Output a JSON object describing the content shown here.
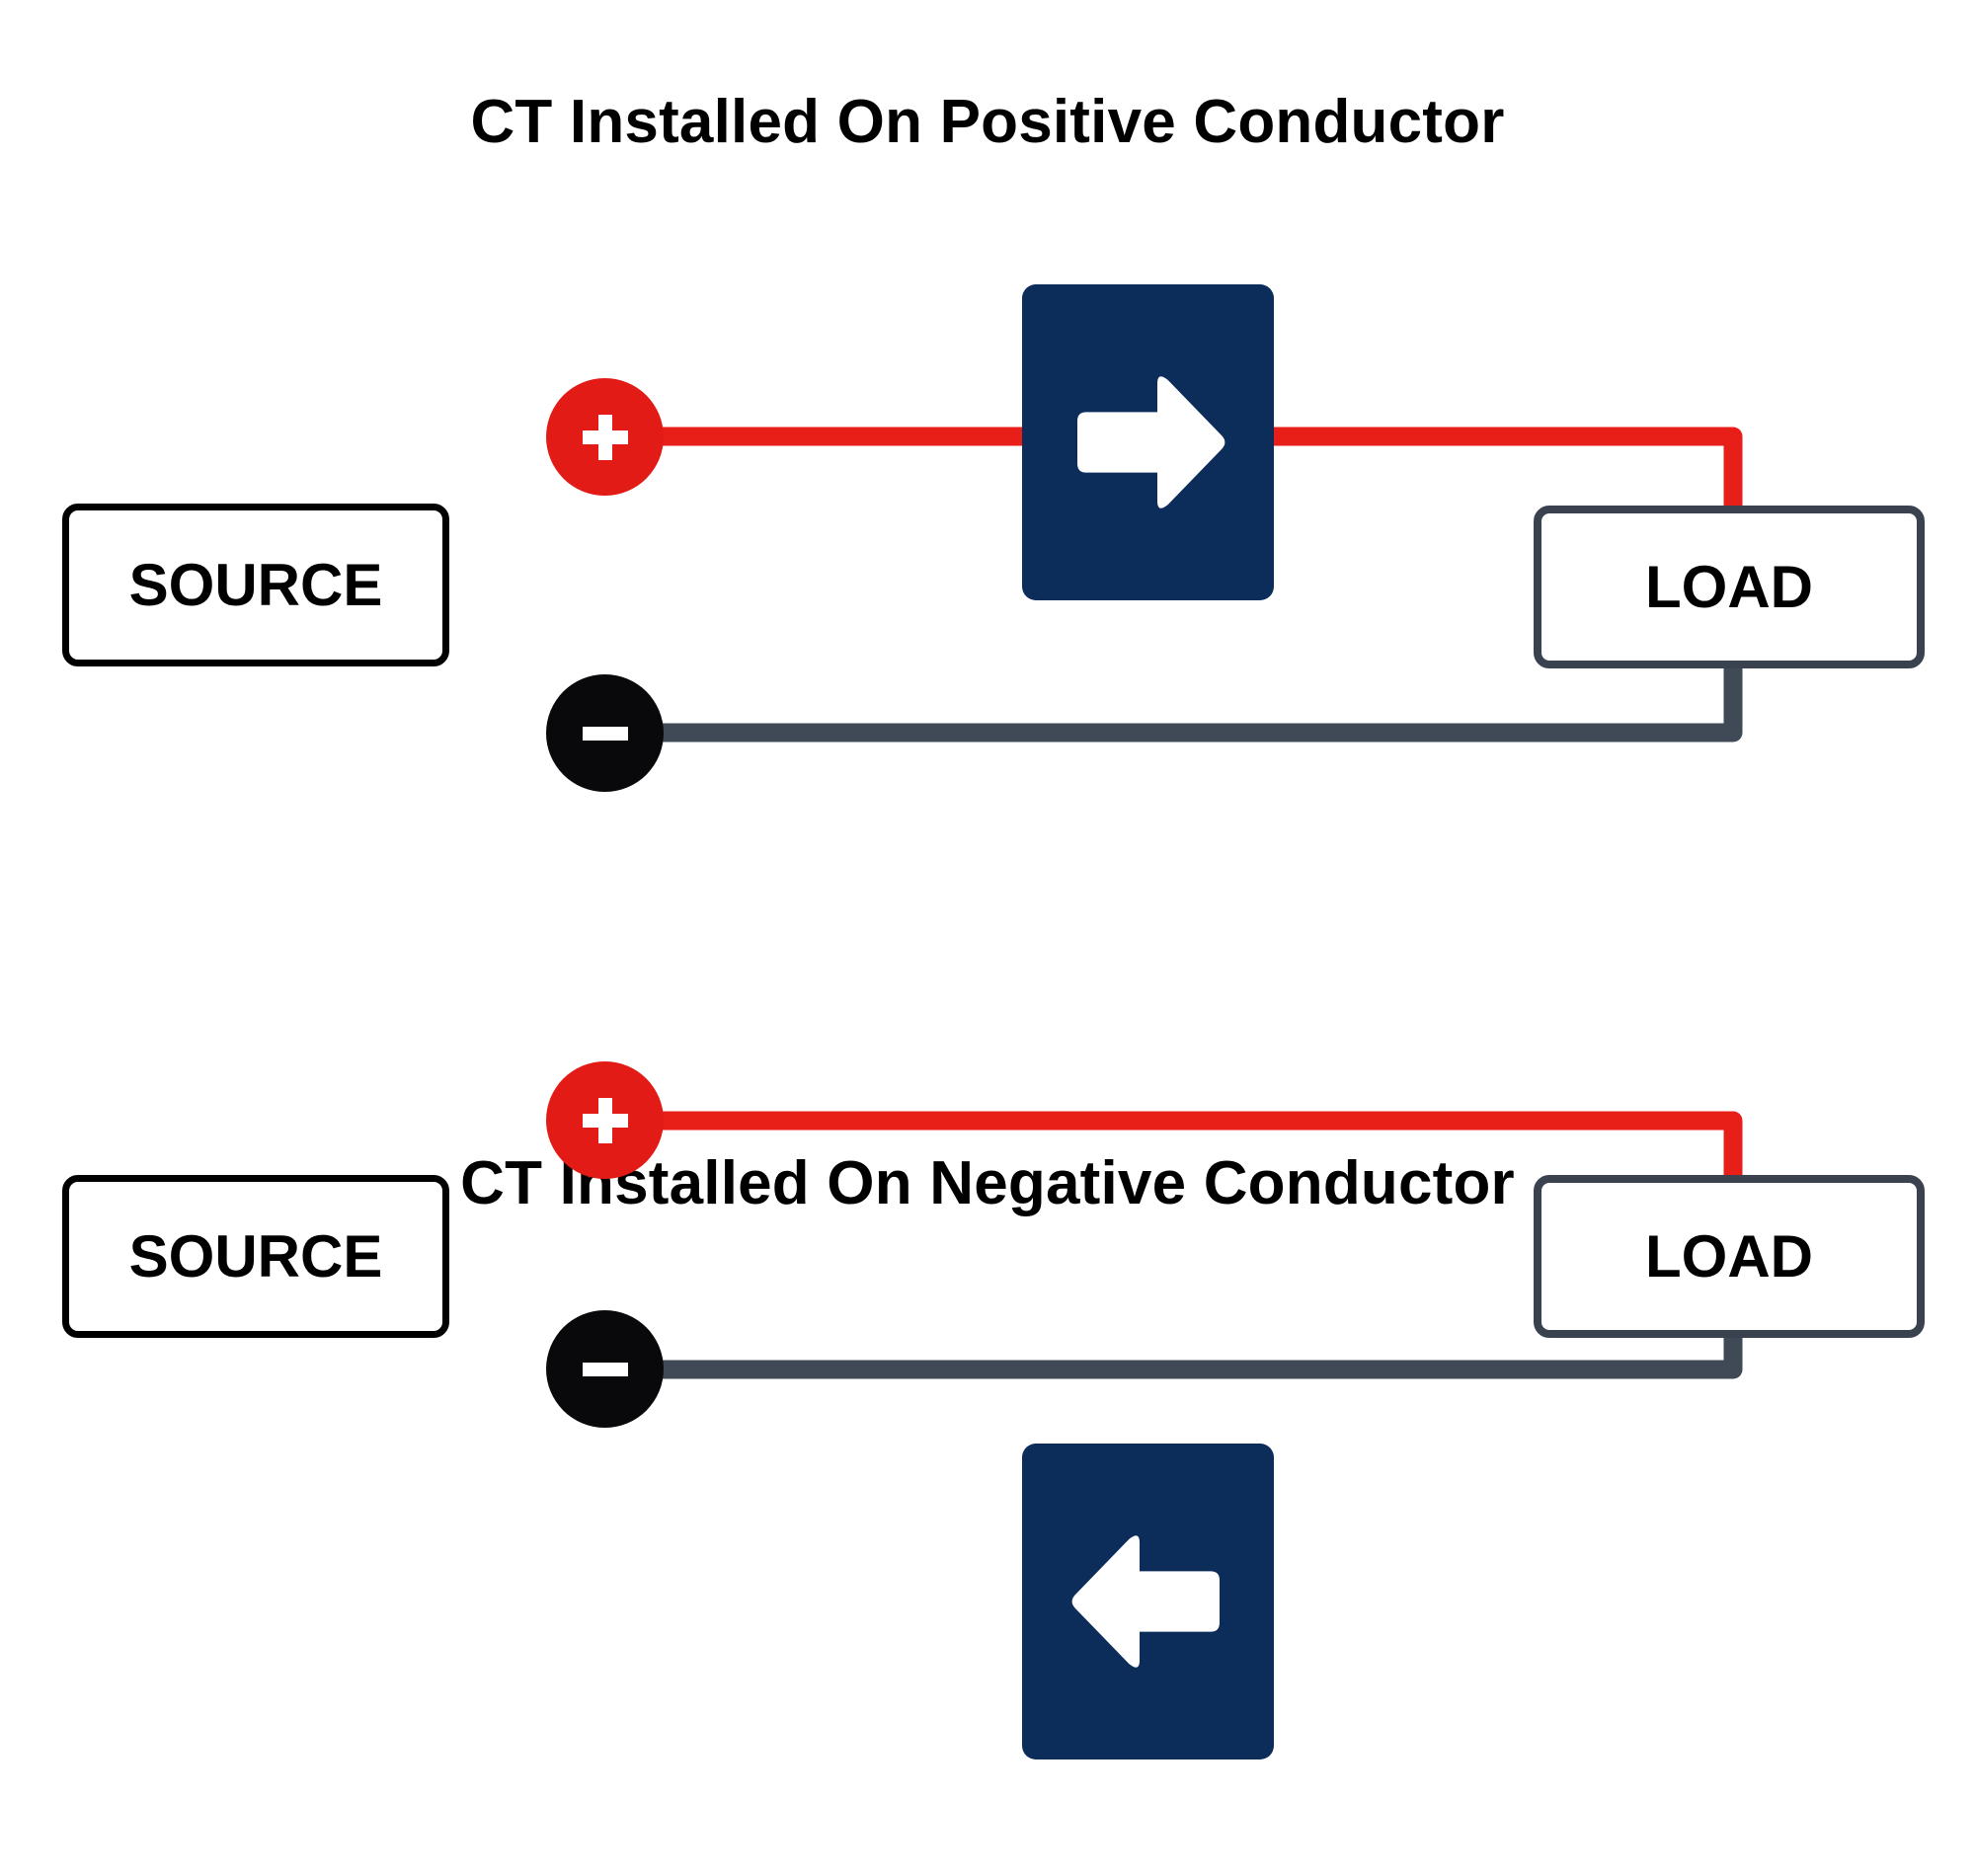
{
  "diagram": {
    "title_positive": "CT Installed On Positive Conductor",
    "title_negative": "CT Installed On Negative Conductor",
    "source_label": "SOURCE",
    "load_label": "LOAD",
    "plus_sign": "+",
    "minus_sign": "−"
  },
  "colors": {
    "positive_wire": "#e81e18",
    "negative_wire": "#3f4a56",
    "ct_box": "#0c2c5a",
    "ct_arrow": "#ffffff",
    "plus_terminal": "#e31b17",
    "minus_terminal": "#09090b",
    "source_border": "#000000",
    "load_border": "#3a4250",
    "background": "#ffffff",
    "title_text": "#000000"
  },
  "panels": [
    {
      "id": "positive",
      "title": "CT Installed On Positive Conductor",
      "source_label": "SOURCE",
      "load_label": "LOAD",
      "positive_terminal": "+",
      "negative_terminal": "−",
      "ct_on_conductor": "positive",
      "ct_arrow_direction": "right",
      "ct_arrow_icon": "arrow-right-icon"
    },
    {
      "id": "negative",
      "title": "CT Installed On Negative Conductor",
      "source_label": "SOURCE",
      "load_label": "LOAD",
      "positive_terminal": "+",
      "negative_terminal": "−",
      "ct_on_conductor": "negative",
      "ct_arrow_direction": "left",
      "ct_arrow_icon": "arrow-left-icon"
    }
  ]
}
